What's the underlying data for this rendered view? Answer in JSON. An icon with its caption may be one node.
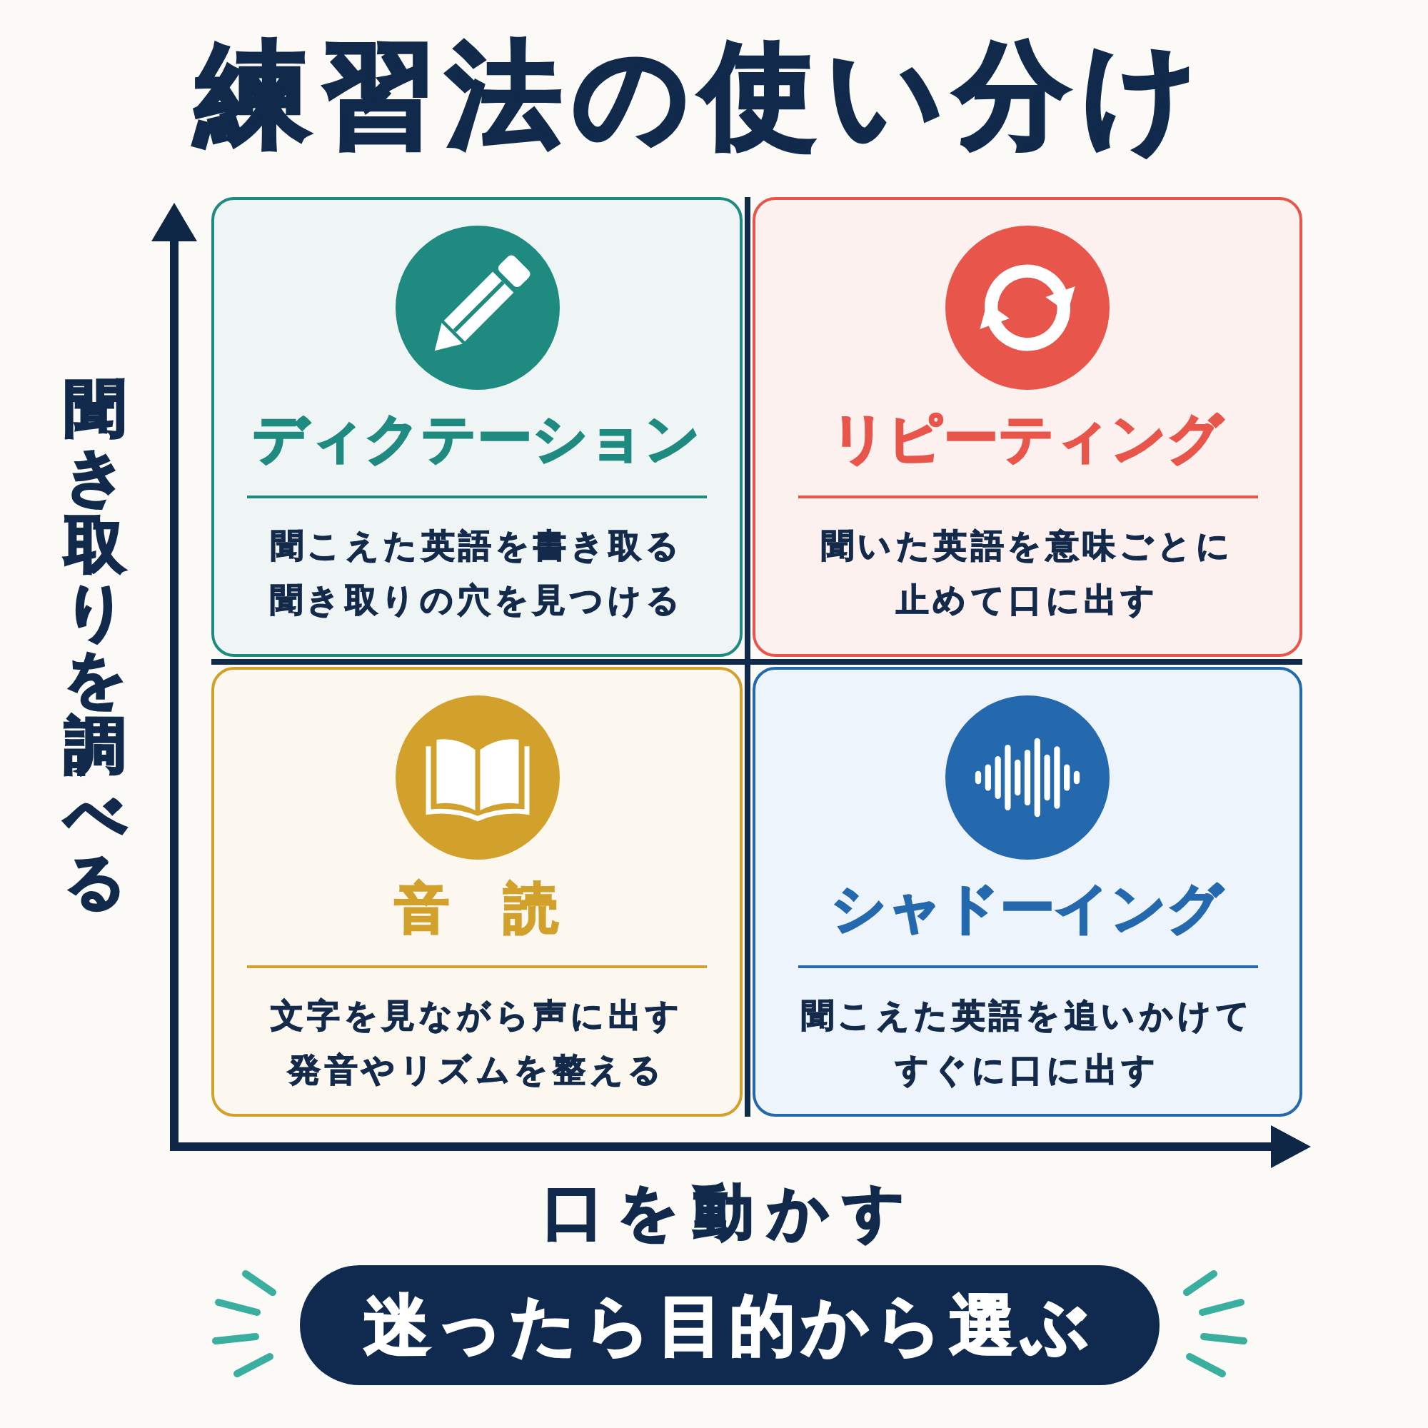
{
  "diagram": {
    "title": "練習法の使い分け",
    "nodes": [
      {
        "text": [
          "ディクテーション",
          "聞こえた英語を書き取る聞き取りの穴を見つける"
        ]
      },
      {
        "text": [
          "リピーティング",
          "聞いた英語を意味ごとに止めて口に出す"
        ]
      },
      {
        "text": [
          "音　読",
          "文字を見ながら声に出す発音やリズムを整える"
        ]
      },
      {
        "text": [
          "シャドーイング",
          "聞こえた英語を追いかけてすぐに口に出す"
        ]
      },
      {
        "text": [
          "迷ったら目的から選ぶ"
        ]
      }
    ],
    "labels": [
      "聞き取りを調べる",
      "口を動かす"
    ]
  }
}
